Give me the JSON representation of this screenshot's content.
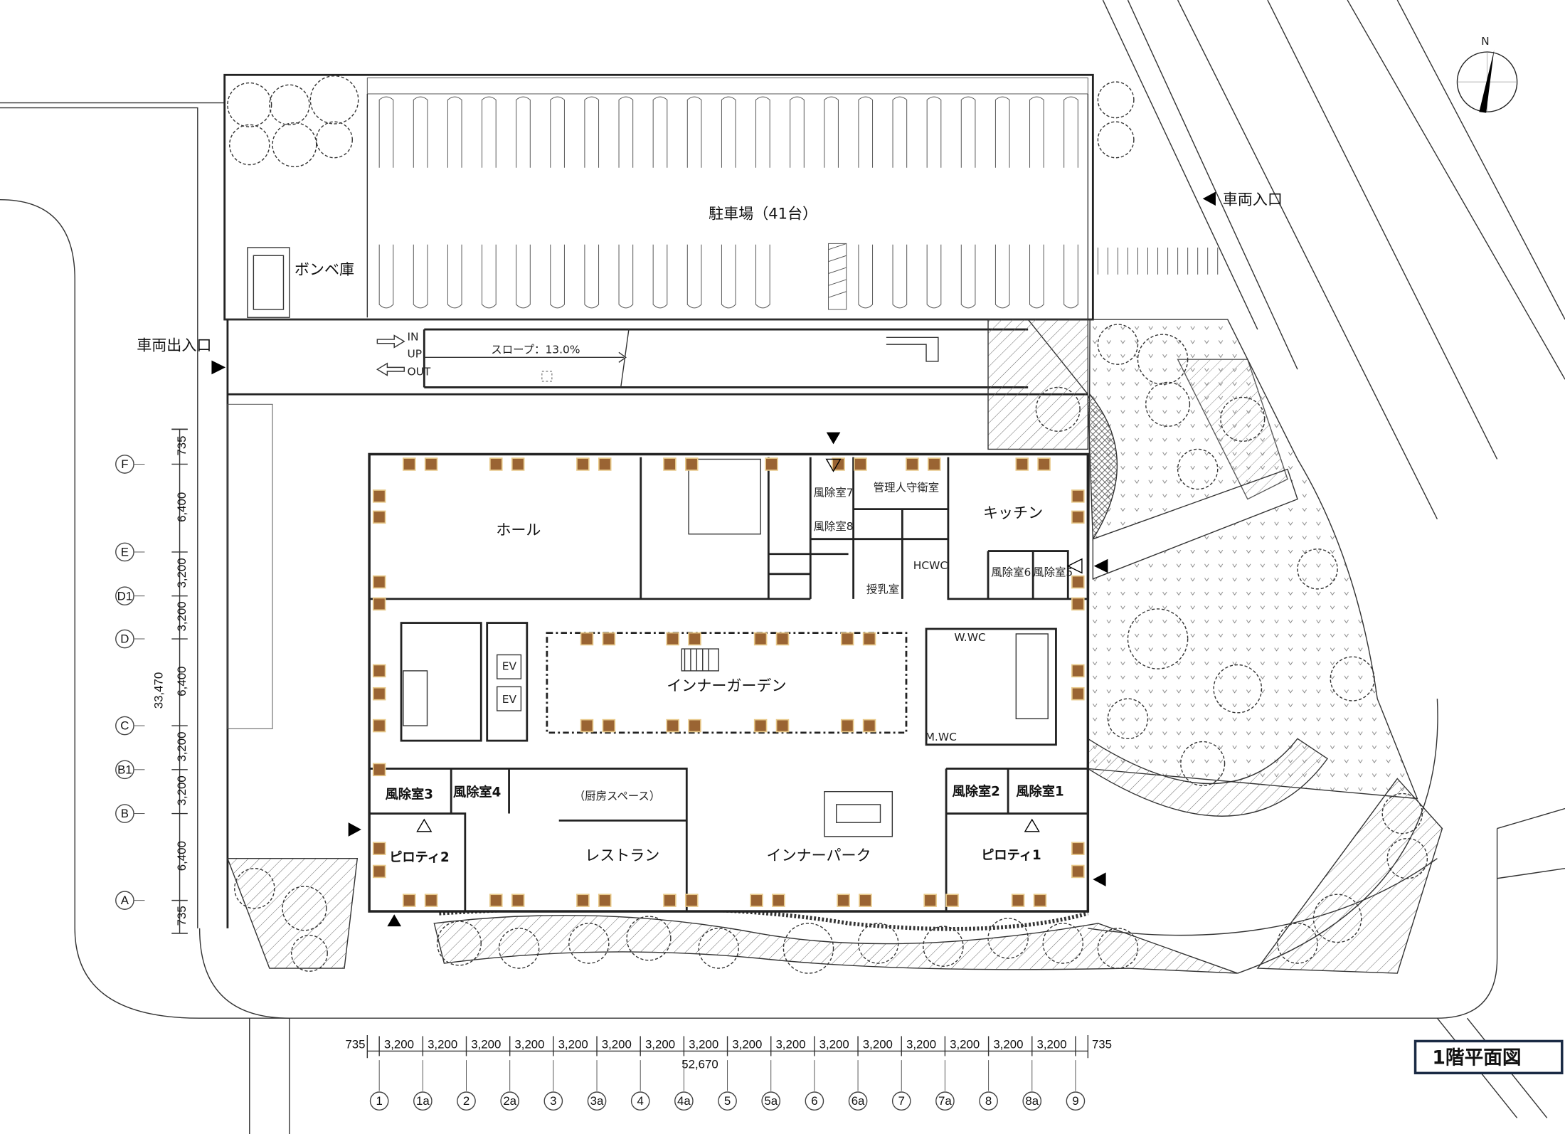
{
  "title": "1階平面図",
  "north_label": "N",
  "site": {
    "parking": "駐車場（41台）",
    "vehicle_entrance": "車両入口",
    "vehicle_entrance_exit": "車両出入口",
    "gas_storage": "ボンベ庫",
    "slope": "スロープ：13.0%",
    "ramp_in": "IN",
    "ramp_up": "UP",
    "ramp_out": "OUT"
  },
  "rooms": {
    "hall": "ホール",
    "kitchen": "キッチン",
    "manager_room": "管理人守衛室",
    "vestibule7": "風除室7",
    "vestibule8": "風除室8",
    "hcwc": "HCWC",
    "nursing_room": "授乳室",
    "vestibule6": "風除室6",
    "vestibule5": "風除室5",
    "inner_garden": "インナーガーデン",
    "ev1": "EV",
    "ev2": "EV",
    "wwc": "W.WC",
    "mwc": "M.WC",
    "vestibule3": "風除室3",
    "vestibule4": "風除室4",
    "vestibule2": "風除室2",
    "vestibule1": "風除室1",
    "kitchen_space": "（厨房スペース）",
    "piloti2": "ピロティ2",
    "restaurant": "レストラン",
    "inner_park": "インナーパーク",
    "piloti1": "ピロティ1"
  },
  "dimensions": {
    "horizontal": [
      "735",
      "3,200",
      "3,200",
      "3,200",
      "3,200",
      "3,200",
      "3,200",
      "3,200",
      "3,200",
      "3,200",
      "3,200",
      "3,200",
      "3,200",
      "3,200",
      "3,200",
      "3,200",
      "3,200",
      "735"
    ],
    "horizontal_total": "52,670",
    "vertical": [
      "735",
      "6,400",
      "3,200",
      "3,200",
      "6,400",
      "3,200",
      "3,200",
      "6,400",
      "735"
    ],
    "vertical_total": "33,470"
  },
  "grid_x": [
    "1",
    "1a",
    "2",
    "2a",
    "3",
    "3a",
    "4",
    "4a",
    "5",
    "5a",
    "6",
    "6a",
    "7",
    "7a",
    "8",
    "8a",
    "9"
  ],
  "grid_y": [
    "F",
    "E",
    "D1",
    "D",
    "C",
    "B1",
    "B",
    "A"
  ]
}
